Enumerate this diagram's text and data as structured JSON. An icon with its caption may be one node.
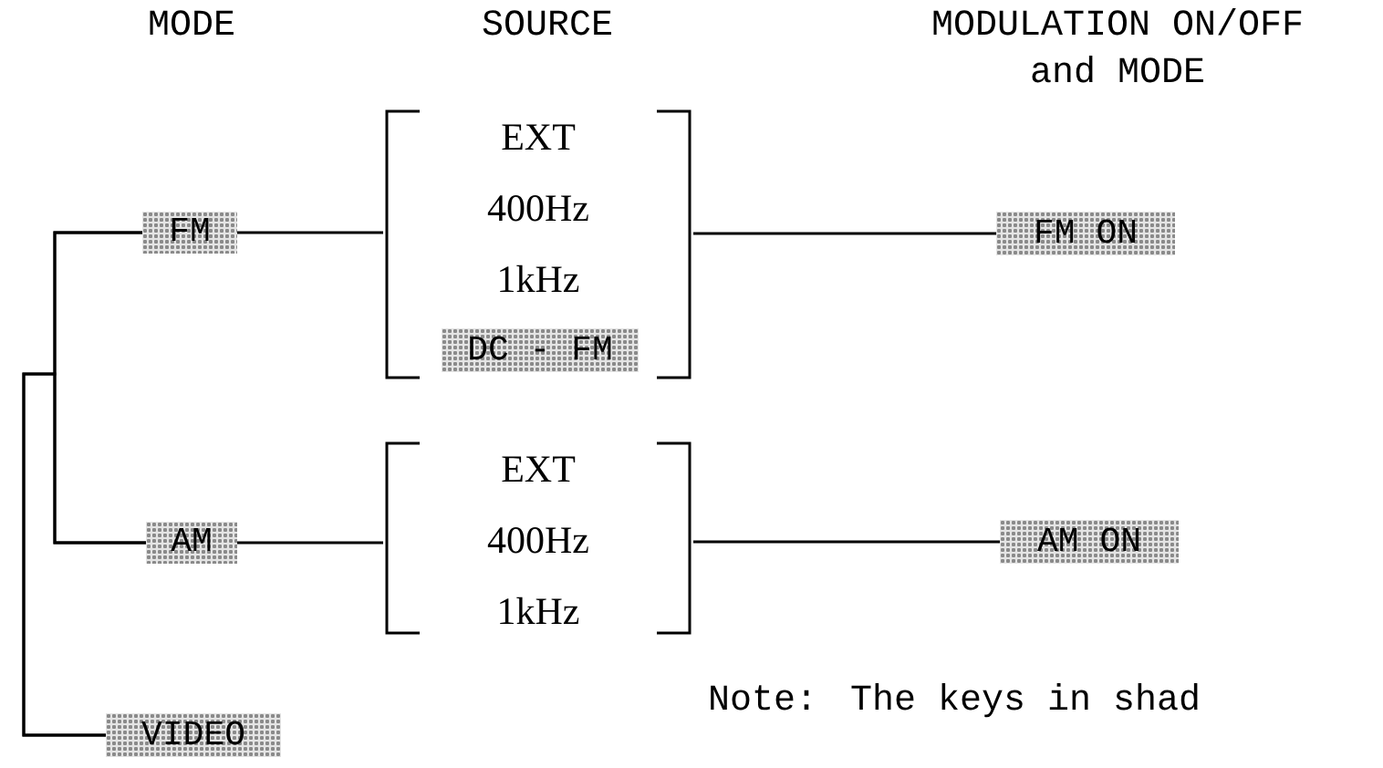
{
  "diagram": {
    "nodes": [
      {
        "text": [
          "FM"
        ]
      },
      {
        "text": [
          "AM"
        ]
      },
      {
        "text": [
          "VIDEO"
        ]
      },
      {
        "text": [
          "EXT",
          "400Hz",
          "1kHz"
        ]
      },
      {
        "text": [
          "DC - FM"
        ],
        "in": 3
      },
      {
        "text": [
          "FM ON"
        ]
      },
      {
        "text": [
          "EXT",
          "400Hz",
          "1kHz"
        ]
      },
      {
        "text": [
          "AM ON"
        ]
      }
    ],
    "edges": [
      {
        "from": 0,
        "to": 1,
        "arrow": "none"
      },
      {
        "from": 0,
        "to": 2,
        "arrow": "none"
      },
      {
        "from": 1,
        "to": 2,
        "arrow": "none"
      },
      {
        "from": 0,
        "to": 3,
        "arrow": "none"
      },
      {
        "from": 3,
        "to": 5,
        "arrow": "none"
      },
      {
        "from": 1,
        "to": 6,
        "arrow": "none"
      },
      {
        "from": 6,
        "to": 7,
        "arrow": "none"
      }
    ],
    "labels": [
      "MODE",
      "SOURCE",
      "MODULATION ON/OFF and MODE",
      "Note:",
      "The keys in shad"
    ]
  }
}
